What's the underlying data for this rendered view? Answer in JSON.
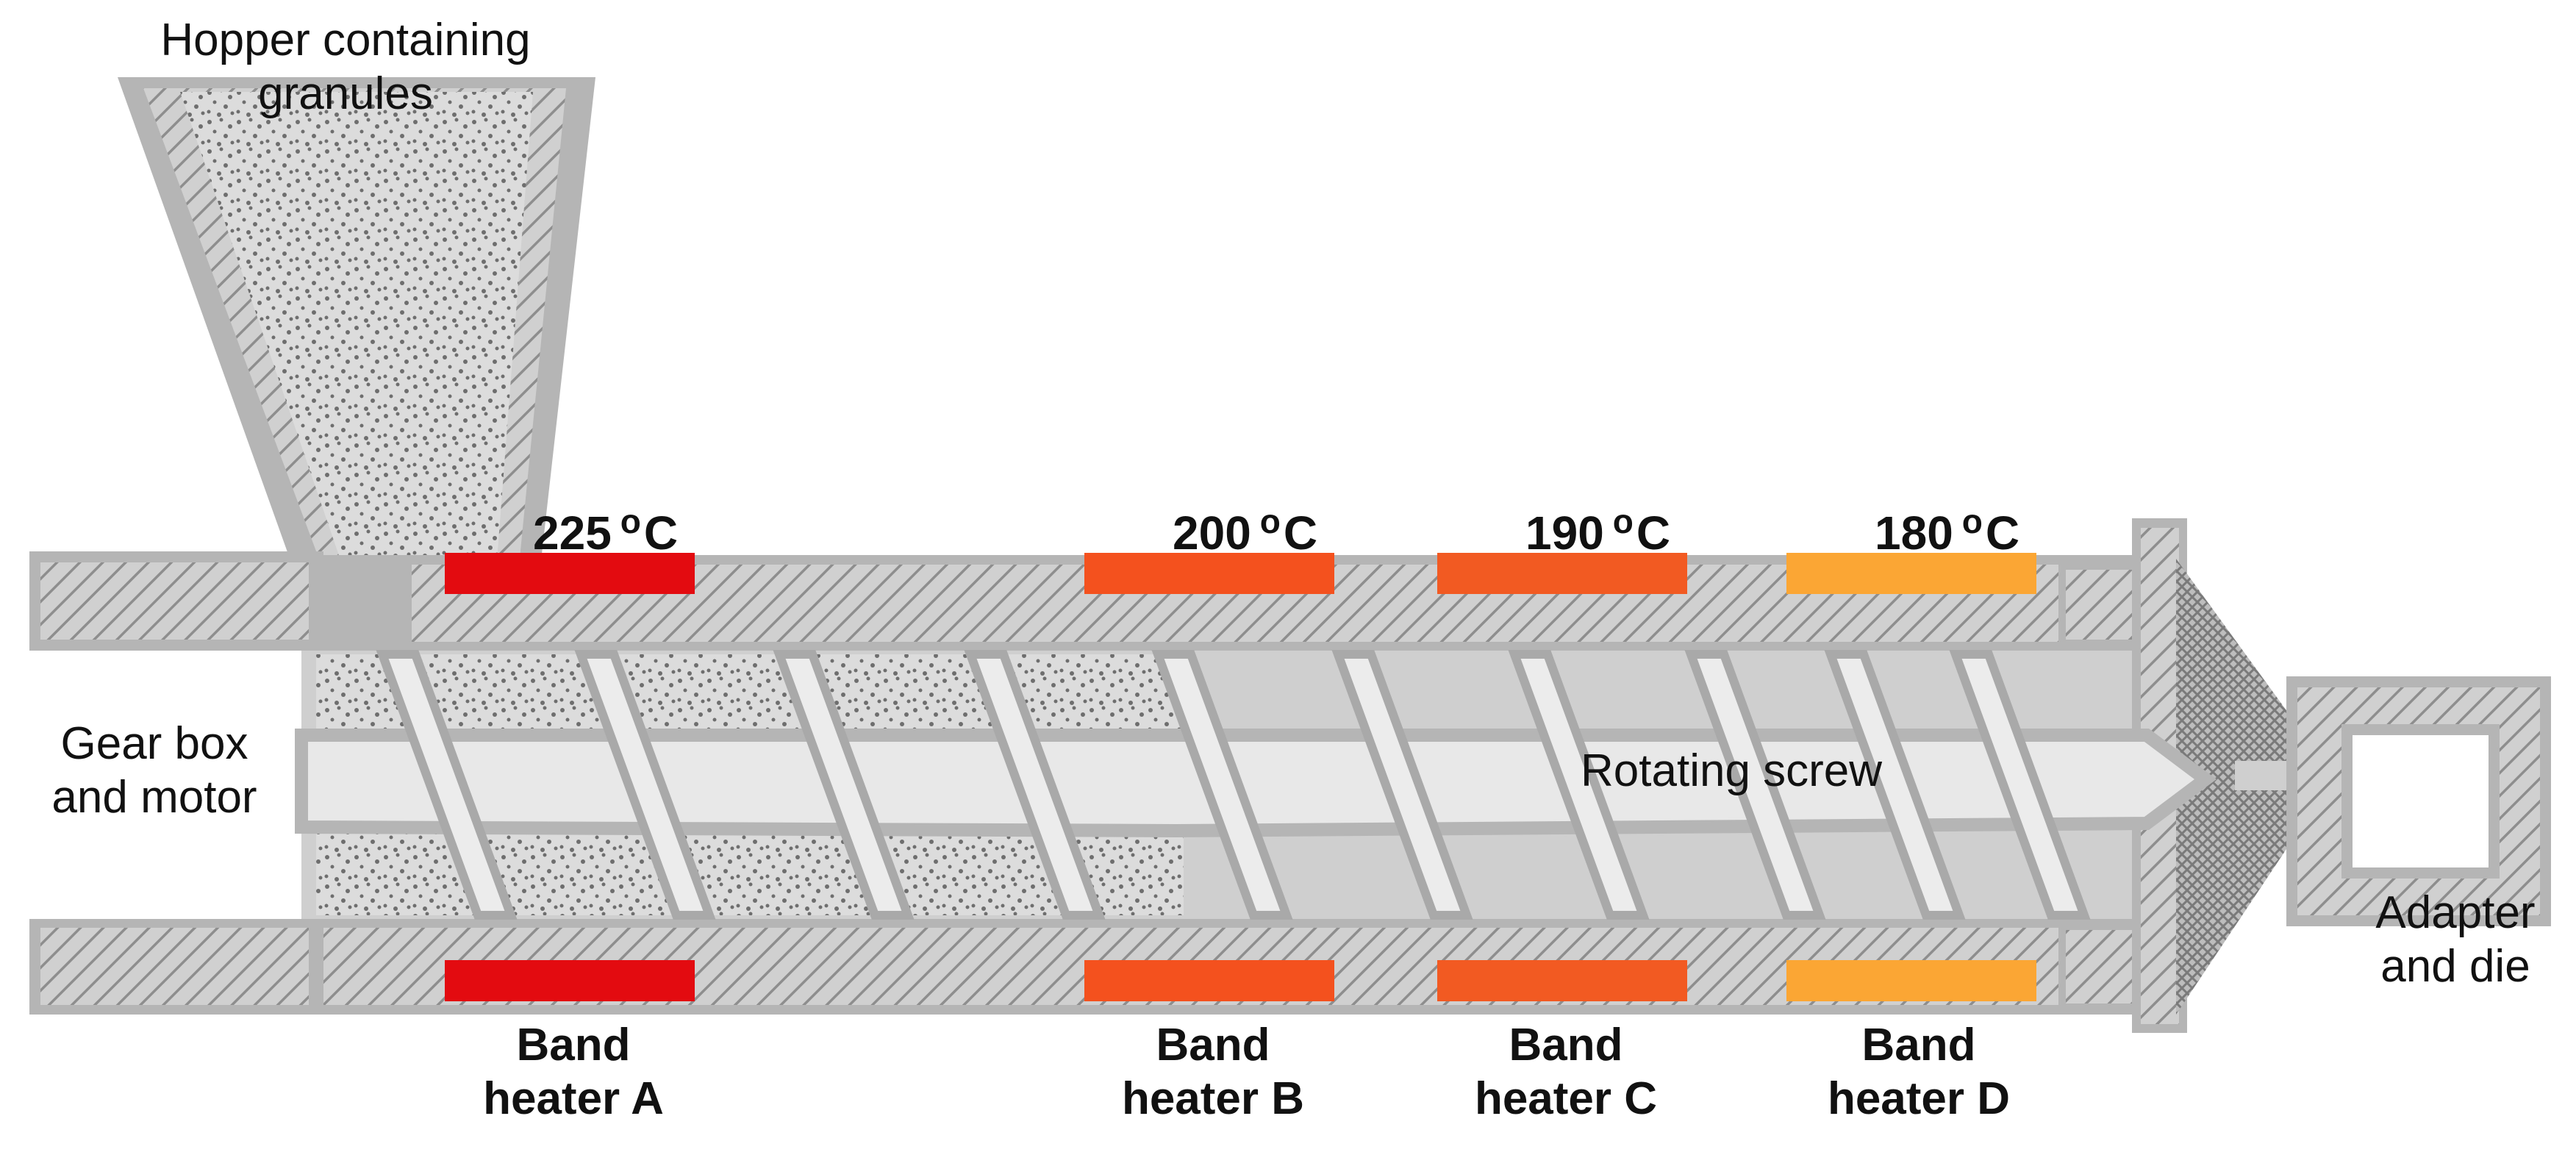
{
  "labels": {
    "hopper_line1": "Hopper containing",
    "hopper_line2": "granules",
    "gearbox_line1": "Gear box",
    "gearbox_line2": "and motor",
    "screw": "Rotating screw",
    "adapter_line1": "Adapter",
    "adapter_line2": "and die"
  },
  "heaters": [
    {
      "temp": "225",
      "unit_sup": "o",
      "unit": "C",
      "label_line1": "Band",
      "label_line2": "heater A",
      "color": "#e30b10"
    },
    {
      "temp": "200",
      "unit_sup": "o",
      "unit": "C",
      "label_line1": "Band",
      "label_line2": "heater B",
      "color": "#f4511e"
    },
    {
      "temp": "190",
      "unit_sup": "o",
      "unit": "C",
      "label_line1": "Band",
      "label_line2": "heater C",
      "color": "#f25a22"
    },
    {
      "temp": "180",
      "unit_sup": "o",
      "unit": "C",
      "label_line1": "Band",
      "label_line2": "heater D",
      "color": "#fba634"
    }
  ],
  "colors": {
    "machine_gray": "#b5b5b5",
    "hatch_line": "#8e8e8e",
    "granule_dot": "#6e6e6e",
    "text": "#111111"
  }
}
